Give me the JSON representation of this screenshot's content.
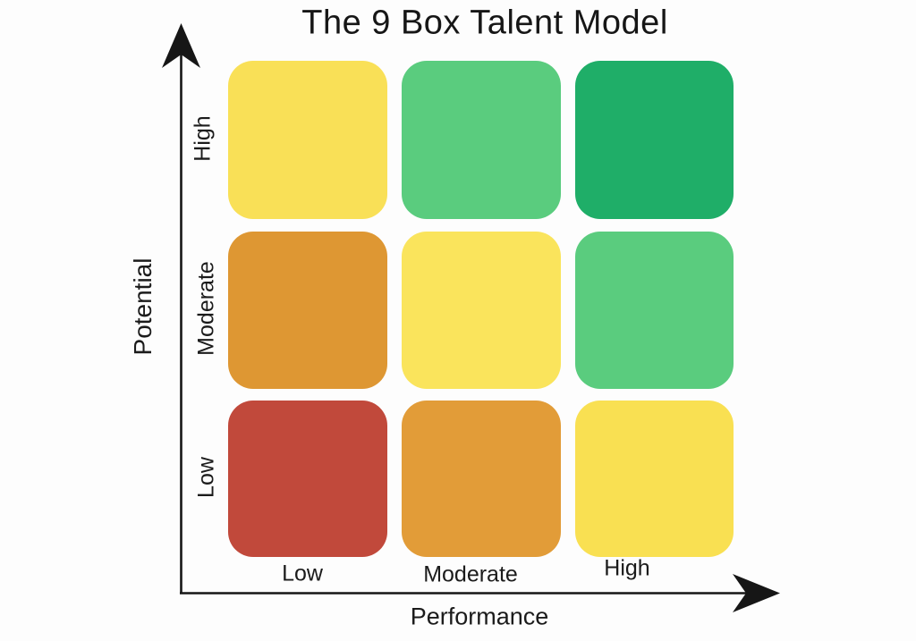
{
  "title": "The 9 Box Talent Model",
  "colors": {
    "axis": "#161616",
    "text": "#1b1b1b",
    "background": "#fdfdfd"
  },
  "axes": {
    "y": {
      "title": "Potential",
      "ticks": [
        "High",
        "Moderate",
        "Low"
      ]
    },
    "x": {
      "title": "Performance",
      "ticks": [
        "Low",
        "Moderate",
        "High"
      ]
    }
  },
  "grid": {
    "cells": [
      {
        "potential": "High",
        "performance": "Low",
        "color": "#F9E057"
      },
      {
        "potential": "High",
        "performance": "Moderate",
        "color": "#5ACC7E"
      },
      {
        "potential": "High",
        "performance": "High",
        "color": "#1FAE68"
      },
      {
        "potential": "Moderate",
        "performance": "Low",
        "color": "#DE9733"
      },
      {
        "potential": "Moderate",
        "performance": "Moderate",
        "color": "#FAE45C"
      },
      {
        "potential": "Moderate",
        "performance": "High",
        "color": "#5ACC7E"
      },
      {
        "potential": "Low",
        "performance": "Low",
        "color": "#C1493B"
      },
      {
        "potential": "Low",
        "performance": "Moderate",
        "color": "#E29C38"
      },
      {
        "potential": "Low",
        "performance": "High",
        "color": "#F9E052"
      }
    ]
  }
}
